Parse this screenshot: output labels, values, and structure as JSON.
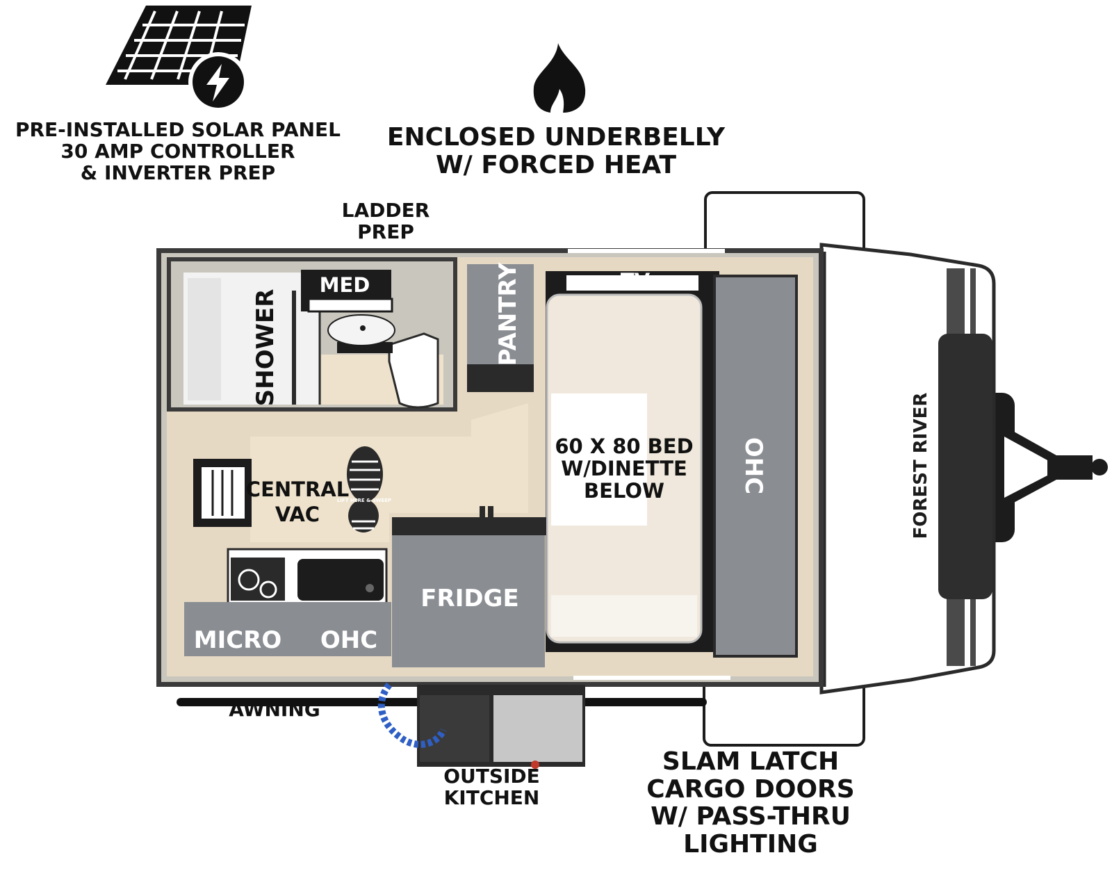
{
  "callouts": {
    "solar": "PRE-INSTALLED SOLAR PANEL\n30 AMP CONTROLLER\n& INVERTER PREP",
    "underbelly": "ENCLOSED UNDERBELLY\nW/ FORCED HEAT",
    "ladder": "LADDER\nPREP",
    "awning": "AWNING",
    "outside_kitchen": "OUTSIDE\nKITCHEN",
    "cargo_doors": "SLAM LATCH\nCARGO DOORS\nW/ PASS-THRU\nLIGHTING"
  },
  "rooms": {
    "shower": "SHOWER",
    "med": "MED",
    "pantry": "PANTRY",
    "tv": "TV",
    "bed_line1": "60 X 80 BED",
    "bed_line2": "W/DINETTE",
    "bed_line3": "BELOW",
    "ohc_front": "OHC",
    "central_line1": "CENTRAL",
    "central_line2": "VAC",
    "fridge": "FRIDGE",
    "micro": "MICRO",
    "ohc_galley": "OHC",
    "boot": "LIFT HERE & SWEEP"
  },
  "brand": "FOREST RIVER",
  "icons": [
    "solar-panel-icon",
    "lightning-bolt-icon",
    "flame-icon",
    "boot-print-icon"
  ],
  "colors": {
    "floor_light": "#e6d9c4",
    "cabinet_gray": "#8a8d92",
    "wall_dark": "#3a3a3a",
    "wall_trim": "#c9c6bd",
    "text": "#111111",
    "hose_blue": "#2f5fc4"
  }
}
